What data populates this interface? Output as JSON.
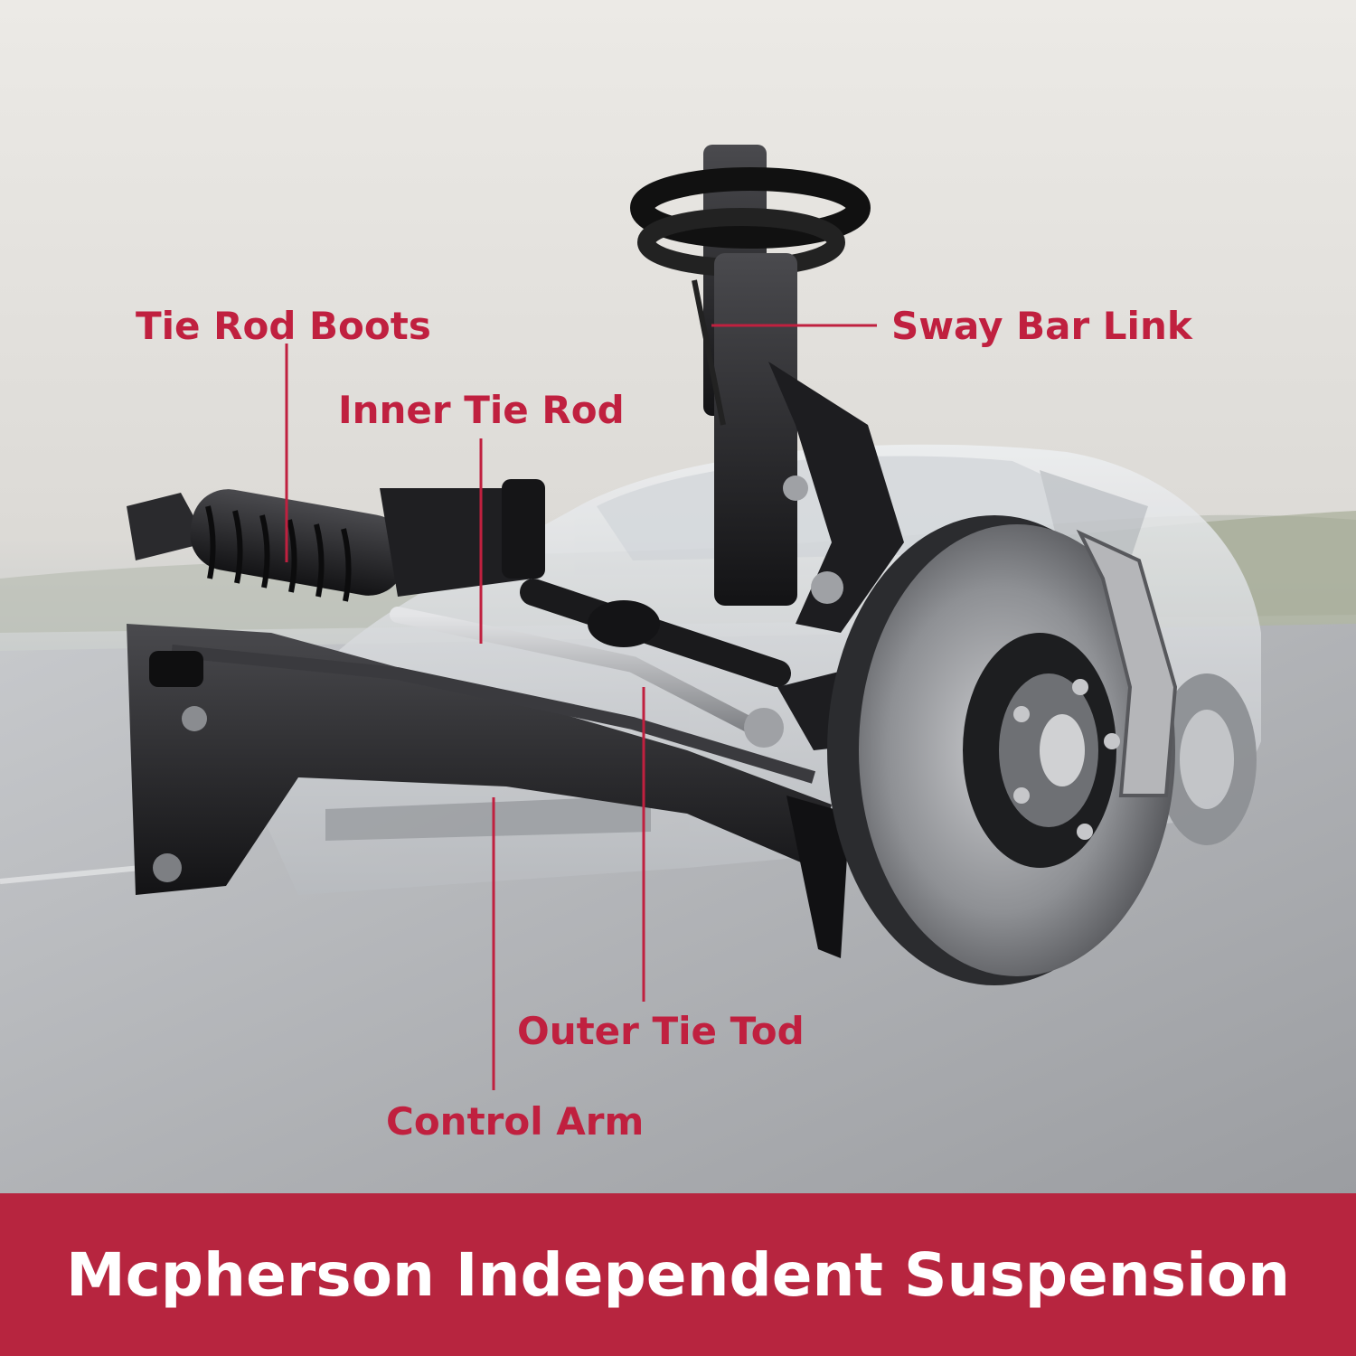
{
  "colors": {
    "accent": "#c0203f",
    "banner_bg": "#b7253f",
    "banner_text": "#ffffff",
    "sky_top": "#e9e7e3",
    "road": "#a9abaf",
    "metal_dark": "#1c1c1e",
    "rotor": "#8c8e92"
  },
  "callouts": [
    {
      "id": "tie-rod-boots",
      "label": "Tie Rod Boots"
    },
    {
      "id": "inner-tie-rod",
      "label": "Inner Tie Rod"
    },
    {
      "id": "sway-bar-link",
      "label": "Sway Bar Link"
    },
    {
      "id": "outer-tie-rod",
      "label": "Outer Tie Tod"
    },
    {
      "id": "control-arm",
      "label": "Control Arm"
    }
  ],
  "banner": {
    "title": "Mcpherson Independent Suspension"
  },
  "icons": [
    "car-silhouette-illustration",
    "suspension-assembly-illustration"
  ]
}
